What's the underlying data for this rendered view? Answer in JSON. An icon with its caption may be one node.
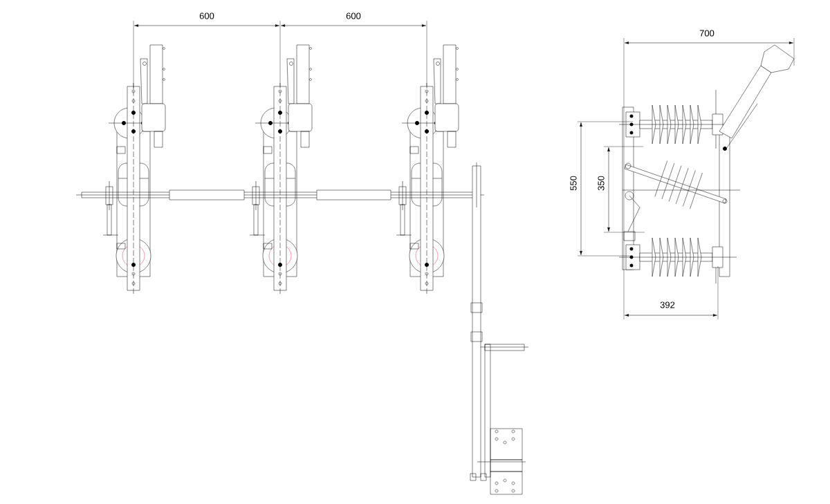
{
  "diagram": {
    "labels": [
      "600",
      "600",
      "700",
      "550",
      "350",
      "392"
    ]
  }
}
